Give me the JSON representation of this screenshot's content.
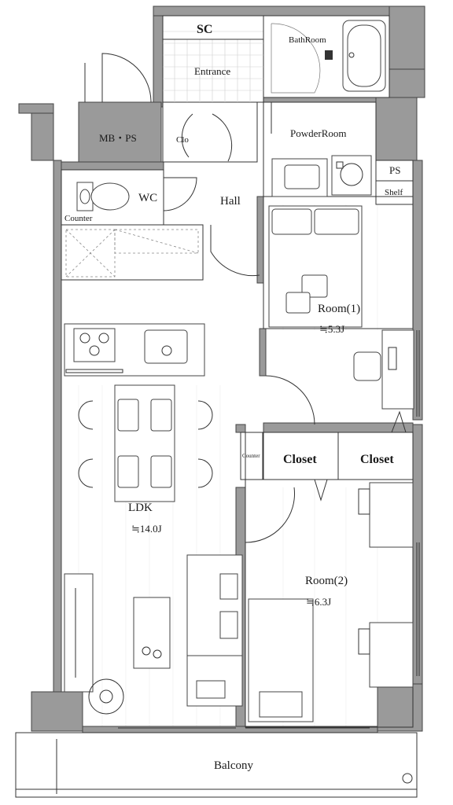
{
  "rooms": {
    "sc": "SC",
    "bathroom": "BathRoom",
    "entrance": "Entrance",
    "mb_ps": "MB・PS",
    "clo": "Clo",
    "powder_room": "PowderRoom",
    "ps": "PS",
    "wc": "WC",
    "hall": "Hall",
    "shelf": "Shelf",
    "counter_wc": "Counter",
    "room1_name": "Room(1)",
    "room1_size": "≒5.3J",
    "ldk_name": "LDK",
    "ldk_size": "≒14.0J",
    "counter_small": "Counter",
    "closet_left": "Closet",
    "closet_right": "Closet",
    "room2_name": "Room(2)",
    "room2_size": "≒6.3J",
    "balcony": "Balcony"
  },
  "colors": {
    "wall": "#9a9a9a",
    "line": "#333333",
    "background": "#ffffff"
  }
}
